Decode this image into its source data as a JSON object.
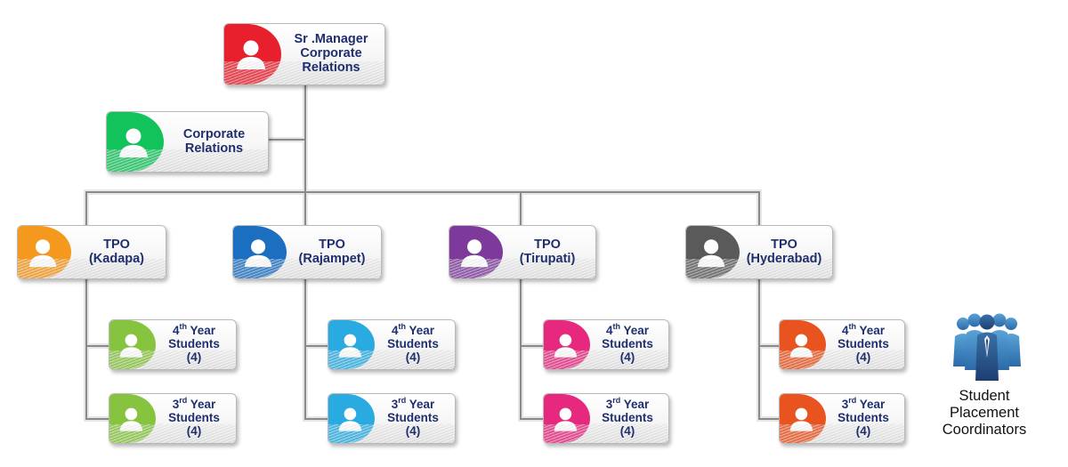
{
  "top": {
    "line1": "Sr .Manager",
    "line2": "Corporate",
    "line3": "Relations",
    "color": "#e8202e"
  },
  "corporate": {
    "line1": "Corporate",
    "line2": "Relations",
    "color": "#12c25a"
  },
  "branches": [
    {
      "title": "TPO",
      "place": "(Kadapa)",
      "color": "#f4981e",
      "student_color": "#86c440"
    },
    {
      "title": "TPO",
      "place": "(Rajampet)",
      "color": "#1c6fc0",
      "student_color": "#29abe2"
    },
    {
      "title": "TPO",
      "place": "(Tirupati)",
      "color": "#7d3a9a",
      "student_color": "#e6297f"
    },
    {
      "title": "TPO",
      "place": "(Hyderabad)",
      "color": "#5a5a5a",
      "student_color": "#e8531f"
    }
  ],
  "students": {
    "fourth": {
      "num": "4",
      "sup": "th",
      "word": "Year",
      "line2": "Students",
      "line3": "(4)"
    },
    "third": {
      "num": "3",
      "sup": "rd",
      "word": "Year",
      "line2": "Students",
      "line3": "(4)"
    }
  },
  "caption": {
    "line1": "Student",
    "line2": "Placement",
    "line3": "Coordinators"
  }
}
